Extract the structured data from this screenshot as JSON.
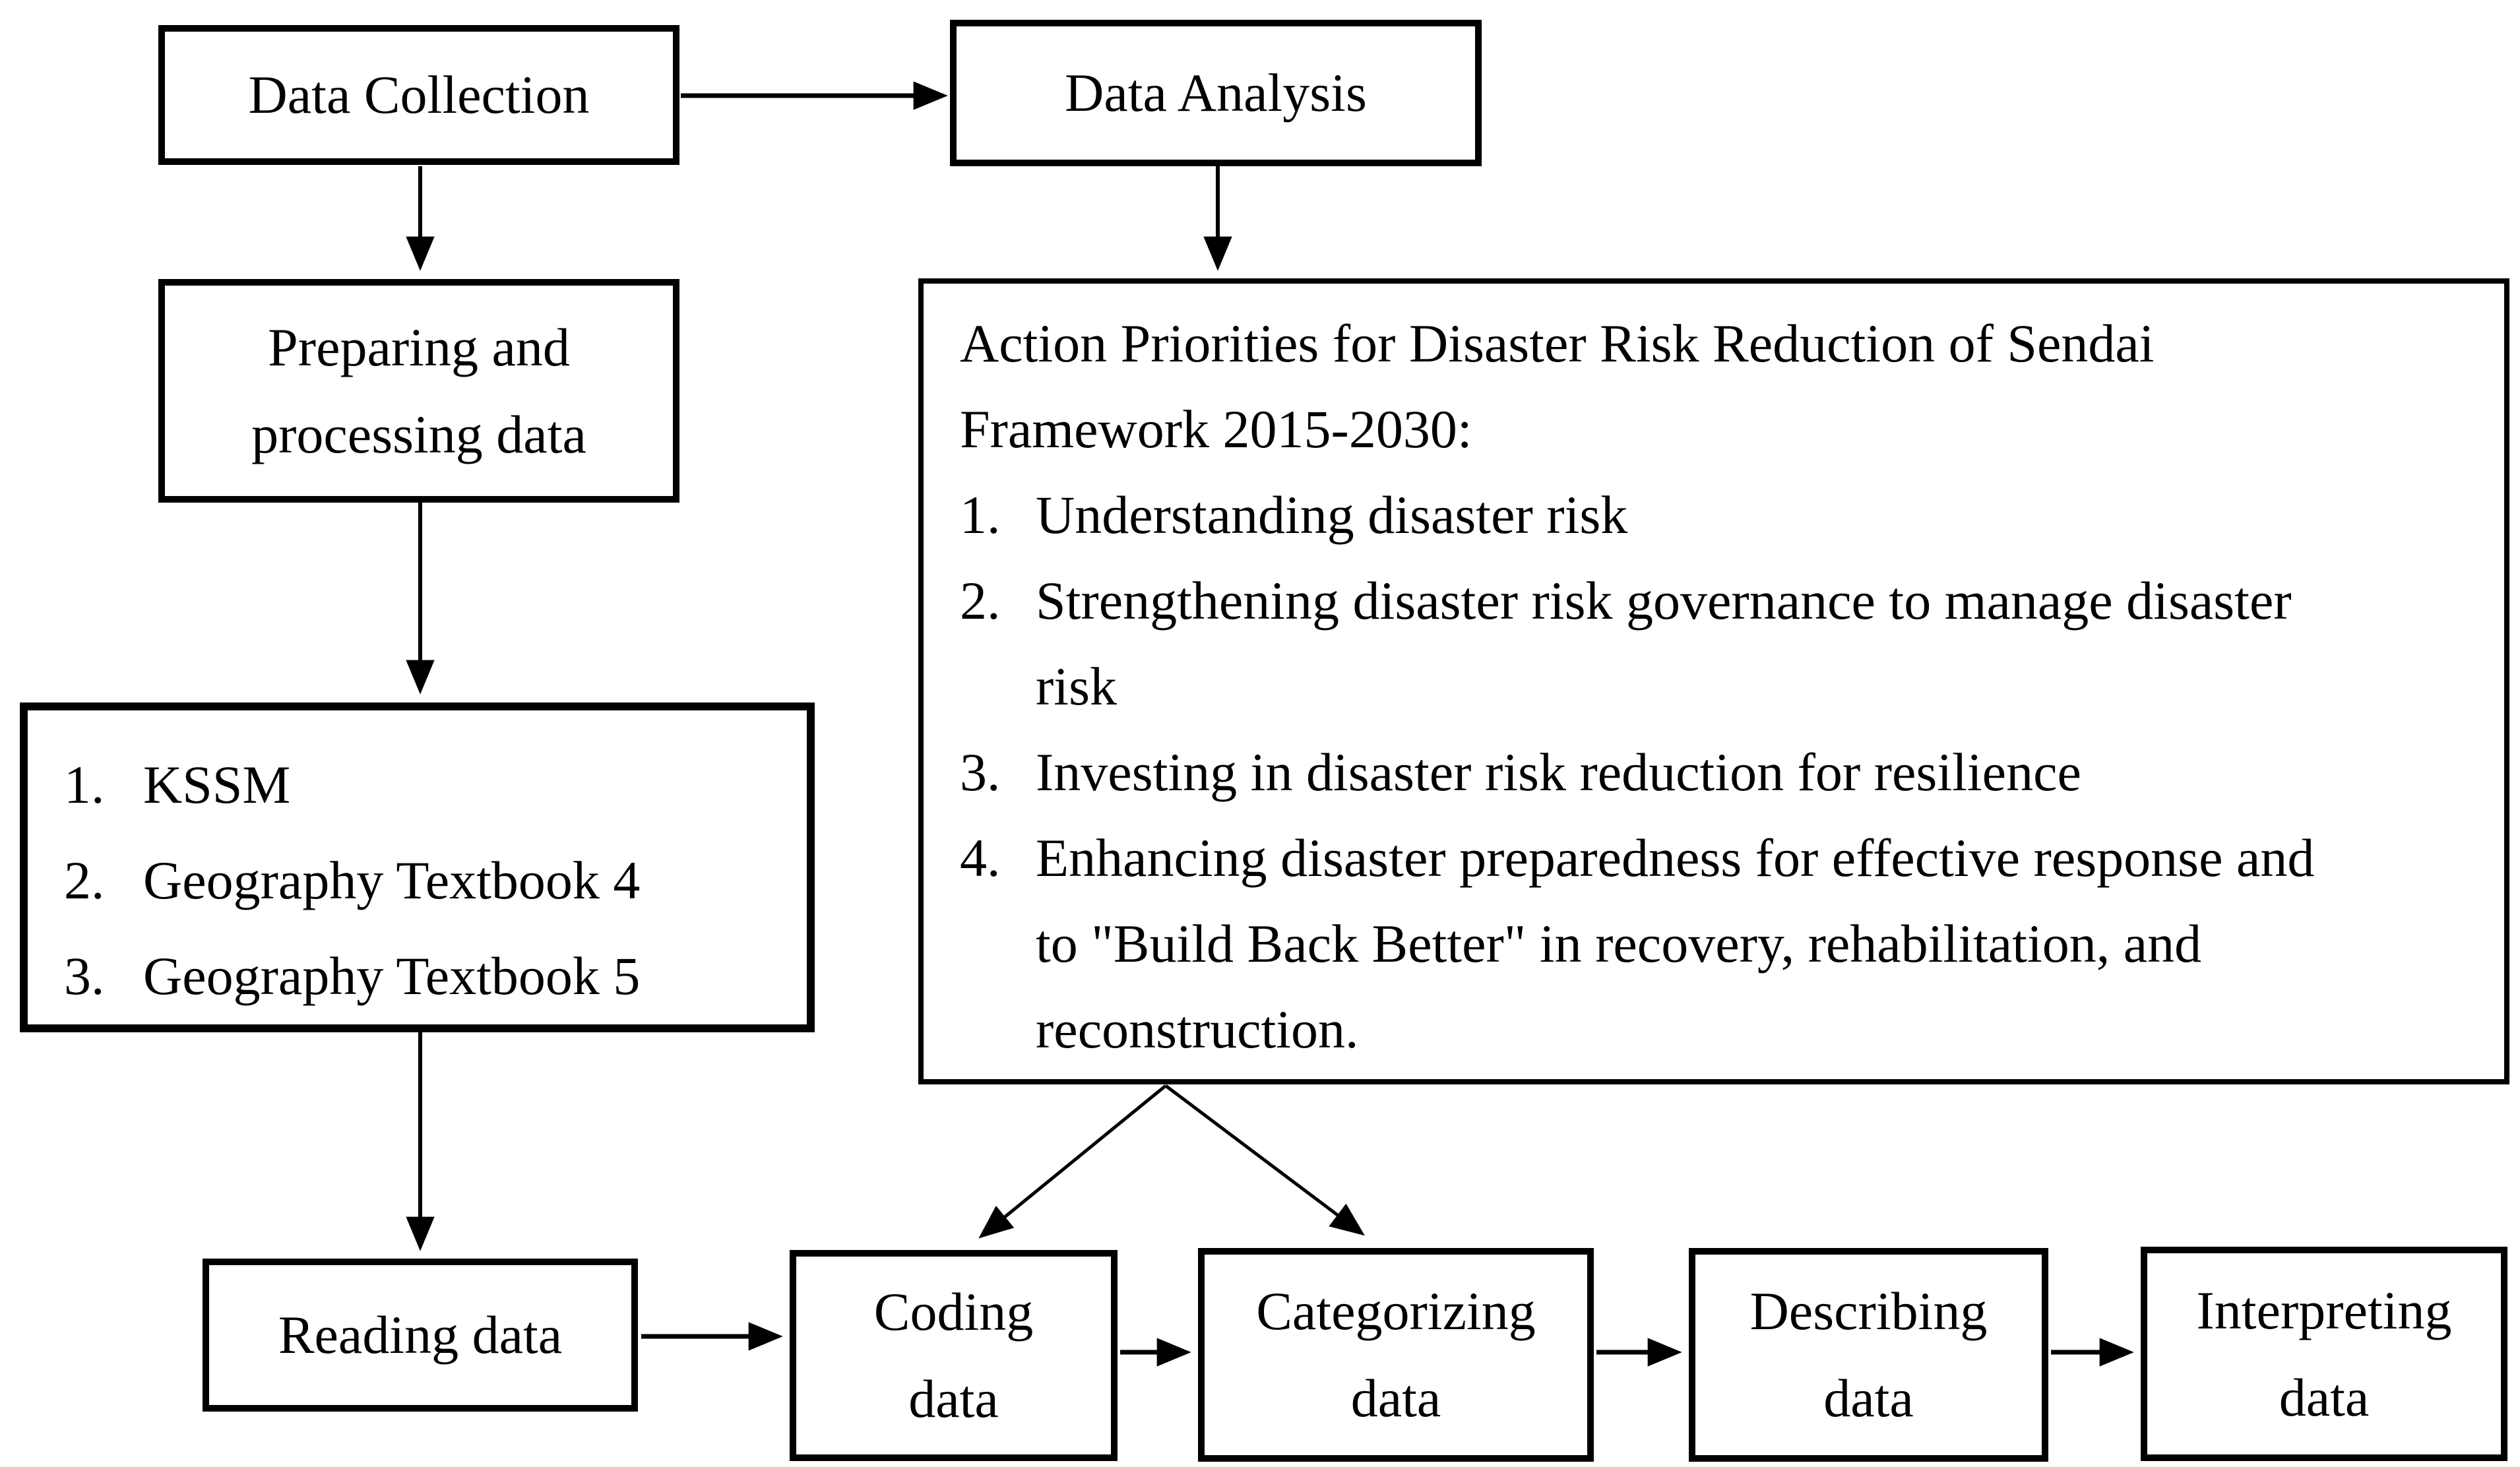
{
  "figure": {
    "background_color": "#ffffff",
    "line_color": "#000000",
    "text_color": "#000000"
  },
  "boxes": {
    "data_collection": {
      "label": "Data Collection"
    },
    "data_analysis": {
      "label": "Data Analysis"
    },
    "preparing": {
      "lines": [
        "Preparing and",
        "processing data"
      ]
    },
    "sources": {
      "items": [
        {
          "num": "1.",
          "text": "KSSM"
        },
        {
          "num": "2.",
          "text": "Geography Textbook 4"
        },
        {
          "num": "3.",
          "text": "Geography Textbook 5"
        }
      ]
    },
    "sendai": {
      "heading_lines": [
        "Action Priorities for Disaster Risk Reduction of Sendai",
        "Framework 2015-2030:"
      ],
      "items": [
        {
          "num": "1.",
          "lines": [
            "Understanding disaster risk"
          ]
        },
        {
          "num": "2.",
          "lines": [
            "Strengthening disaster risk governance to manage disaster",
            "risk"
          ]
        },
        {
          "num": "3.",
          "lines": [
            "Investing in disaster risk reduction for resilience"
          ]
        },
        {
          "num": "4.",
          "lines": [
            "Enhancing disaster preparedness for effective response and",
            "to \"Build Back Better\" in recovery, rehabilitation, and",
            "reconstruction."
          ]
        }
      ]
    },
    "reading": {
      "label": "Reading data"
    },
    "coding": {
      "lines": [
        "Coding",
        "data"
      ]
    },
    "categorizing": {
      "lines": [
        "Categorizing",
        "data"
      ]
    },
    "describing": {
      "lines": [
        "Describing",
        "data"
      ]
    },
    "interpreting": {
      "lines": [
        "Interpreting",
        "data"
      ]
    }
  }
}
